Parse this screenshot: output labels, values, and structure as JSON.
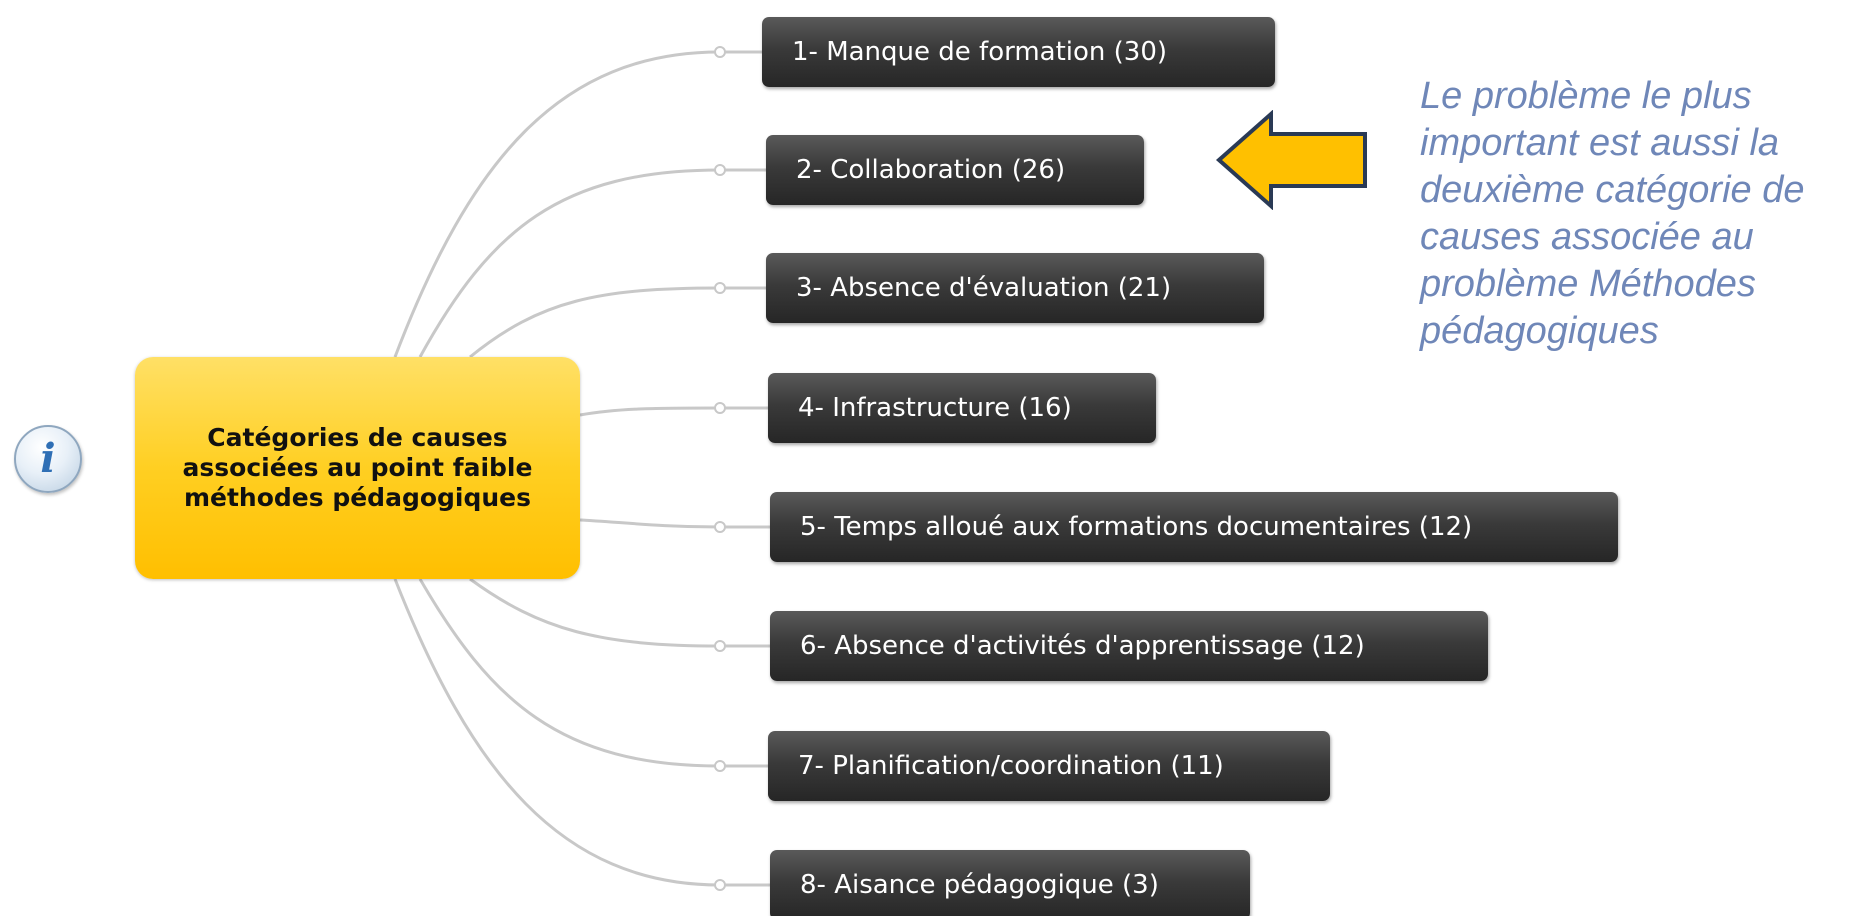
{
  "central_node": {
    "label": "Catégories de causes associées au point faible méthodes pédagogiques"
  },
  "branches": [
    {
      "label": "1- Manque de formation (30)"
    },
    {
      "label": "2- Collaboration (26)"
    },
    {
      "label": "3- Absence d'évaluation (21)"
    },
    {
      "label": "4- Infrastructure (16)"
    },
    {
      "label": "5- Temps alloué aux formations documentaires (12)"
    },
    {
      "label": "6- Absence d'activités d'apprentissage (12)"
    },
    {
      "label": "7- Planification/coordination (11)"
    },
    {
      "label": "8- Aisance pédagogique (3)"
    }
  ],
  "annotation": {
    "text": "Le problème le plus important est aussi la deuxième catégorie de causes associée au problème Méthodes pédagogiques"
  },
  "colors": {
    "central_fill": "#ffcc11",
    "branch_fill": "#333333",
    "connector": "#c8c8c8",
    "arrow_fill": "#ffc000",
    "arrow_stroke": "#2a3a55",
    "annotation_text": "#6f87b8"
  },
  "icons": {
    "info": "info-icon",
    "arrow": "arrow-left-icon"
  }
}
